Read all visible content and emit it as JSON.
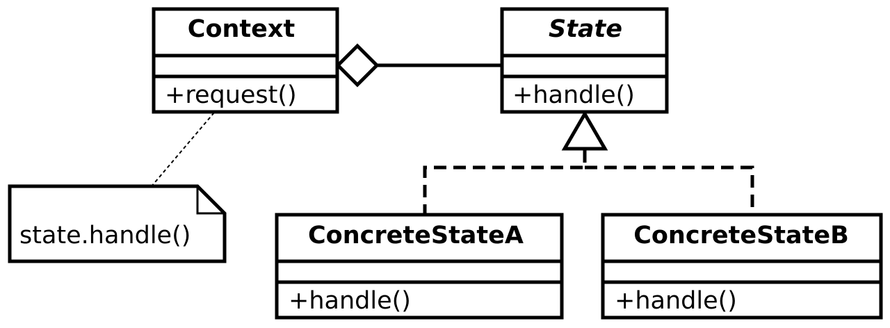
{
  "classes": {
    "context": {
      "name": "Context",
      "attributes": "",
      "methods": "+request()"
    },
    "state": {
      "name": "State",
      "abstract": true,
      "attributes": "",
      "methods": "+handle()"
    },
    "concrete_a": {
      "name": "ConcreteStateA",
      "attributes": "",
      "methods": "+handle()"
    },
    "concrete_b": {
      "name": "ConcreteStateB",
      "attributes": "",
      "methods": "+handle()"
    }
  },
  "note": {
    "text": "state.handle()"
  },
  "relations": {
    "aggregation": {
      "from": "Context",
      "to": "State",
      "kind": "aggregation"
    },
    "realization_a": {
      "from": "ConcreteStateA",
      "to": "State",
      "kind": "realization"
    },
    "realization_b": {
      "from": "ConcreteStateB",
      "to": "State",
      "kind": "realization"
    },
    "note_anchor": {
      "from": "note",
      "to": "Context",
      "kind": "note-link"
    }
  },
  "colors": {
    "stroke": "#000000",
    "fill": "#ffffff"
  }
}
